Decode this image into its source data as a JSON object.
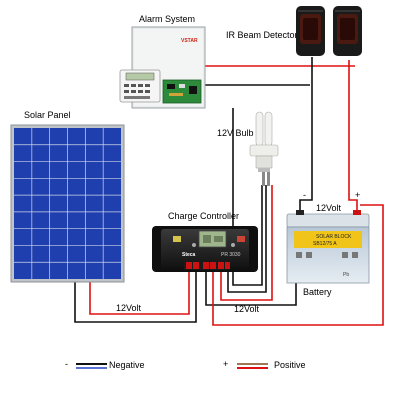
{
  "labels": {
    "alarm_system": "Alarm System",
    "ir_beam_detector": "IR Beam Detector",
    "solar_panel": "Solar Panel",
    "bulb": "12V Bulb",
    "charge_controller": "Charge Controller",
    "battery": "Battery",
    "volt_a": "12Volt",
    "volt_b": "12Volt",
    "volt_c": "12Volt"
  },
  "device_text": {
    "alarm_brand": "VSTAR",
    "controller_brand": "Steca",
    "controller_model": "PR 3030",
    "battery_brand": "SOLAR BLOCK",
    "battery_model": "SB12/75 A",
    "pb_mark": "Pb"
  },
  "polarity": {
    "neg_mark": "-",
    "pos_mark": "+"
  },
  "legend": {
    "negative_sign": "-",
    "negative_label": "Negative",
    "positive_sign": "+",
    "positive_label": "Positive"
  },
  "colors": {
    "negative_wire": "#000000",
    "positive_wire": "#dd1111",
    "legend_neg_inner": "#2244cc",
    "legend_pos_inner": "#7a4a1a",
    "alarm_brand": "#cc2211"
  }
}
